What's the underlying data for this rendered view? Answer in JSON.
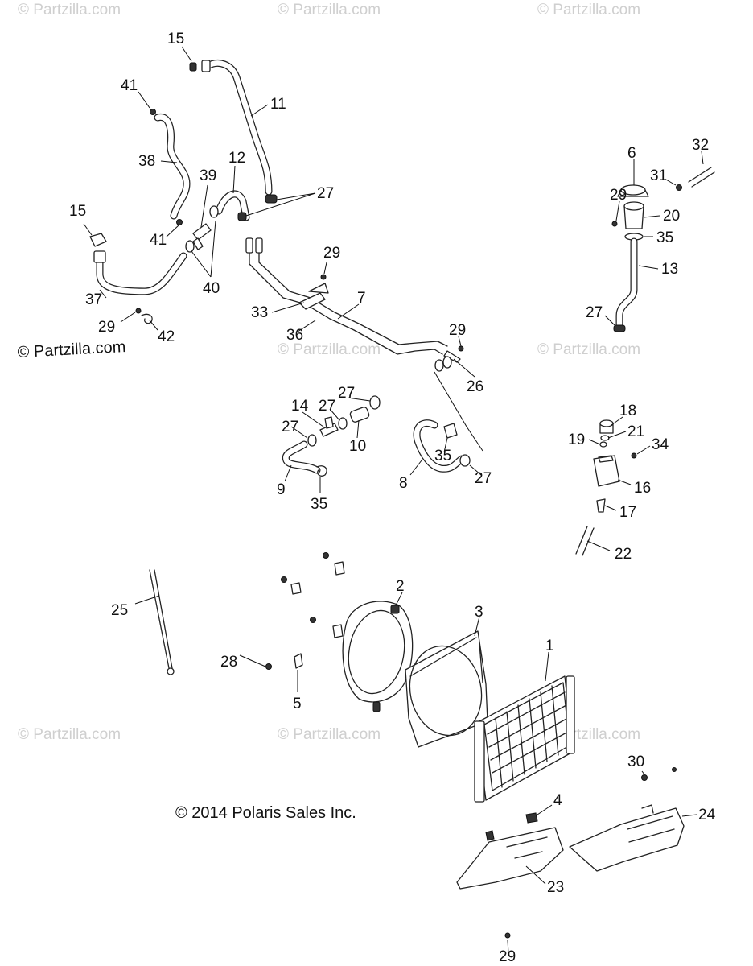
{
  "watermarks": [
    "© Partzilla.com",
    "© Partzilla.com",
    "© Partzilla.com",
    "© Partzilla.com",
    "© Partzilla.com",
    "© Partzilla.com",
    "© Partzilla.com",
    "© Partzilla.com"
  ],
  "copyright_partzilla": "© Partzilla.com",
  "copyright_polaris": "© 2014 Polaris Sales Inc.",
  "callouts": {
    "c15a": "15",
    "c41a": "41",
    "c11": "11",
    "c38": "38",
    "c12": "12",
    "c39": "39",
    "c27a": "27",
    "c15b": "15",
    "c41b": "41",
    "c40": "40",
    "c37": "37",
    "c29a": "29",
    "c42": "42",
    "c29b": "29",
    "c33": "33",
    "c7": "7",
    "c36": "36",
    "c29c": "29",
    "c26": "26",
    "c27b": "27",
    "c14": "14",
    "c27c": "27",
    "c27d": "27",
    "c10": "10",
    "c9": "9",
    "c35a": "35",
    "c8": "8",
    "c35b": "35",
    "c27e": "27",
    "c6": "6",
    "c32": "32",
    "c31": "31",
    "c29d": "29",
    "c20": "20",
    "c35c": "35",
    "c13": "13",
    "c27f": "27",
    "c18": "18",
    "c21": "21",
    "c19": "19",
    "c34": "34",
    "c16": "16",
    "c17": "17",
    "c22": "22",
    "c25": "25",
    "c2": "2",
    "c3": "3",
    "c1": "1",
    "c28": "28",
    "c5": "5",
    "c30": "30",
    "c4": "4",
    "c24": "24",
    "c23": "23",
    "c29e": "29"
  }
}
